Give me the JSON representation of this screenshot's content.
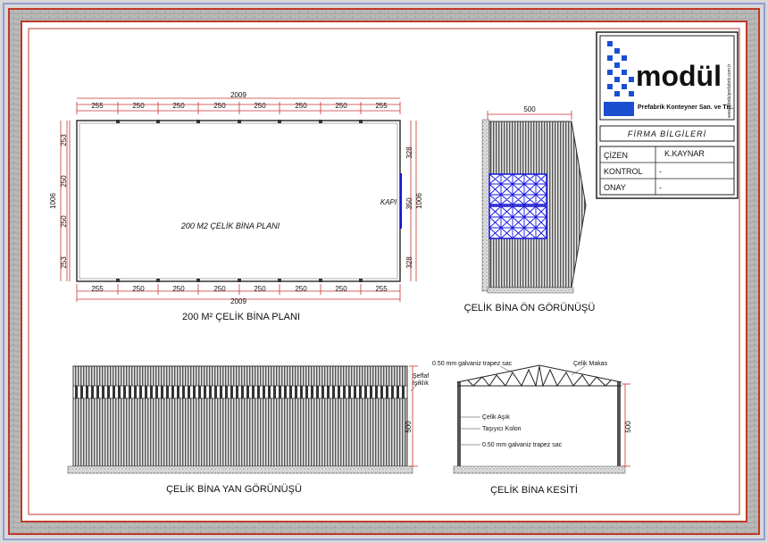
{
  "plan": {
    "caption": "200 M² ÇELİK BİNA PLANI",
    "inner_label": "200 M2 ÇELİK BİNA PLANI",
    "door_label": "KAPI",
    "total_width": "2009",
    "total_depth": "1006",
    "top_segments": [
      "255",
      "250",
      "250",
      "250",
      "250",
      "250",
      "250",
      "255"
    ],
    "bottom_segments": [
      "255",
      "250",
      "250",
      "250",
      "250",
      "250",
      "250",
      "255"
    ],
    "left_segments": [
      "253",
      "250",
      "250",
      "253"
    ],
    "right_segments": [
      "328",
      "350",
      "328"
    ]
  },
  "front_view": {
    "caption": "ÇELİK BİNA ÖN GÖRÜNÜŞÜ",
    "width_label": "500"
  },
  "side_view": {
    "caption": "ÇELİK BİNA YAN GÖRÜNÜŞÜ",
    "height_label": "500",
    "skylight_label_1": "Şeffaf",
    "skylight_label_2": "Işıklık"
  },
  "section": {
    "caption": "ÇELİK BİNA KESİTİ",
    "roof_sheet_label": "0.50 mm galvaniz trapez sac",
    "truss_label": "Çelik Makas",
    "purlin_label": "Çelik Aşık",
    "column_label": "Taşıyıcı Kolon",
    "wall_sheet_label": "0.50 mm galvaniz trapez sac",
    "height_label": "500"
  },
  "title_block": {
    "logo_word": "modül",
    "logo_sub": "Prefabrik Konteyner San. ve Tic.",
    "logo_url": "www.modulprefabrik.com.tr",
    "section_title": "FİRMA BİLGİLERİ",
    "rows": [
      {
        "label": "ÇİZEN",
        "value": "K.KAYNAR"
      },
      {
        "label": "KONTROL",
        "value": "-"
      },
      {
        "label": "ONAY",
        "value": "-"
      }
    ]
  },
  "colors": {
    "border_red": "#c0392b",
    "plan_red": "#d42020",
    "logo_blue": "#1a4fd0",
    "window_blue": "#1515e0"
  }
}
